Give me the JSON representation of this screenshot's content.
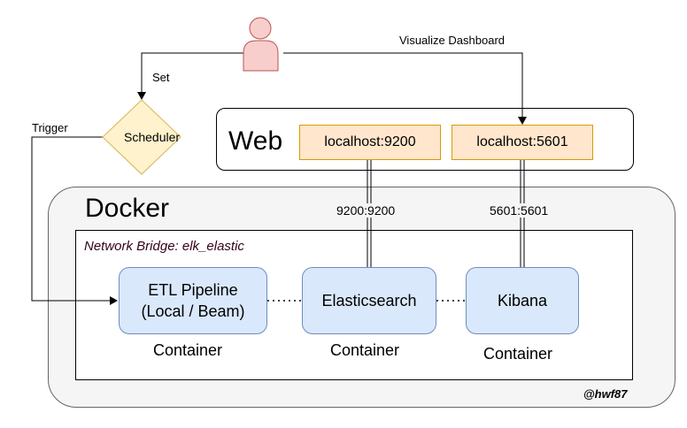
{
  "web": {
    "title": "Web"
  },
  "docker": {
    "title": "Docker"
  },
  "bridge": {
    "label": "Network Bridge: elk_elastic"
  },
  "ports": [
    {
      "label": "localhost:9200",
      "mapping": "9200:9200"
    },
    {
      "label": "localhost:5601",
      "mapping": "5601:5601"
    }
  ],
  "containers": [
    {
      "name": "ETL Pipeline\n(Local / Beam)",
      "caption": "Container"
    },
    {
      "name": "Elasticsearch",
      "caption": "Container"
    },
    {
      "name": "Kibana",
      "caption": "Container"
    }
  ],
  "scheduler": {
    "label": "Scheduler"
  },
  "edges": {
    "set": "Set",
    "trigger": "Trigger",
    "visualize": "Visualize Dashboard"
  },
  "watermark": "@hwf87",
  "colors": {
    "user_fill": "#f8cecc",
    "user_stroke": "#b85450",
    "scheduler_fill": "#fff2cc",
    "scheduler_stroke": "#d6b656",
    "port_fill": "#ffe6cc",
    "port_stroke": "#d79b00",
    "container_fill": "#dae8fc",
    "container_stroke": "#6c8ebf",
    "docker_fill": "#f5f5f5",
    "bridge_label": "#33001a"
  }
}
